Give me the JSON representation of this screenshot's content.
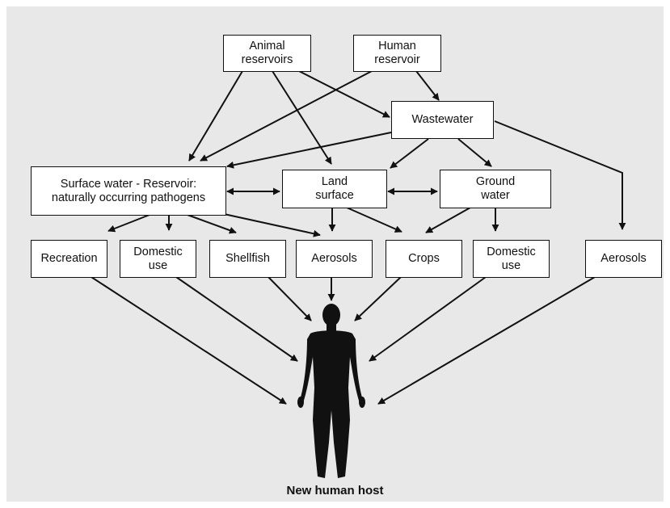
{
  "nodes": {
    "animal_reservoirs": "Animal\nreservoirs",
    "human_reservoir": "Human\nreservoir",
    "wastewater": "Wastewater",
    "surface_water": "Surface water - Reservoir:\nnaturally occurring pathogens",
    "land_surface": "Land\nsurface",
    "ground_water": "Ground\nwater",
    "recreation": "Recreation",
    "domestic_use_1": "Domestic\nuse",
    "shellfish": "Shellfish",
    "aerosols_1": "Aerosols",
    "crops": "Crops",
    "domestic_use_2": "Domestic\nuse",
    "aerosols_2": "Aerosols"
  },
  "caption": "New human host",
  "colors": {
    "background": "#e8e8e9",
    "box_fill": "#ffffff",
    "ink": "#111111"
  },
  "icons": {
    "target": "human-silhouette-icon"
  }
}
